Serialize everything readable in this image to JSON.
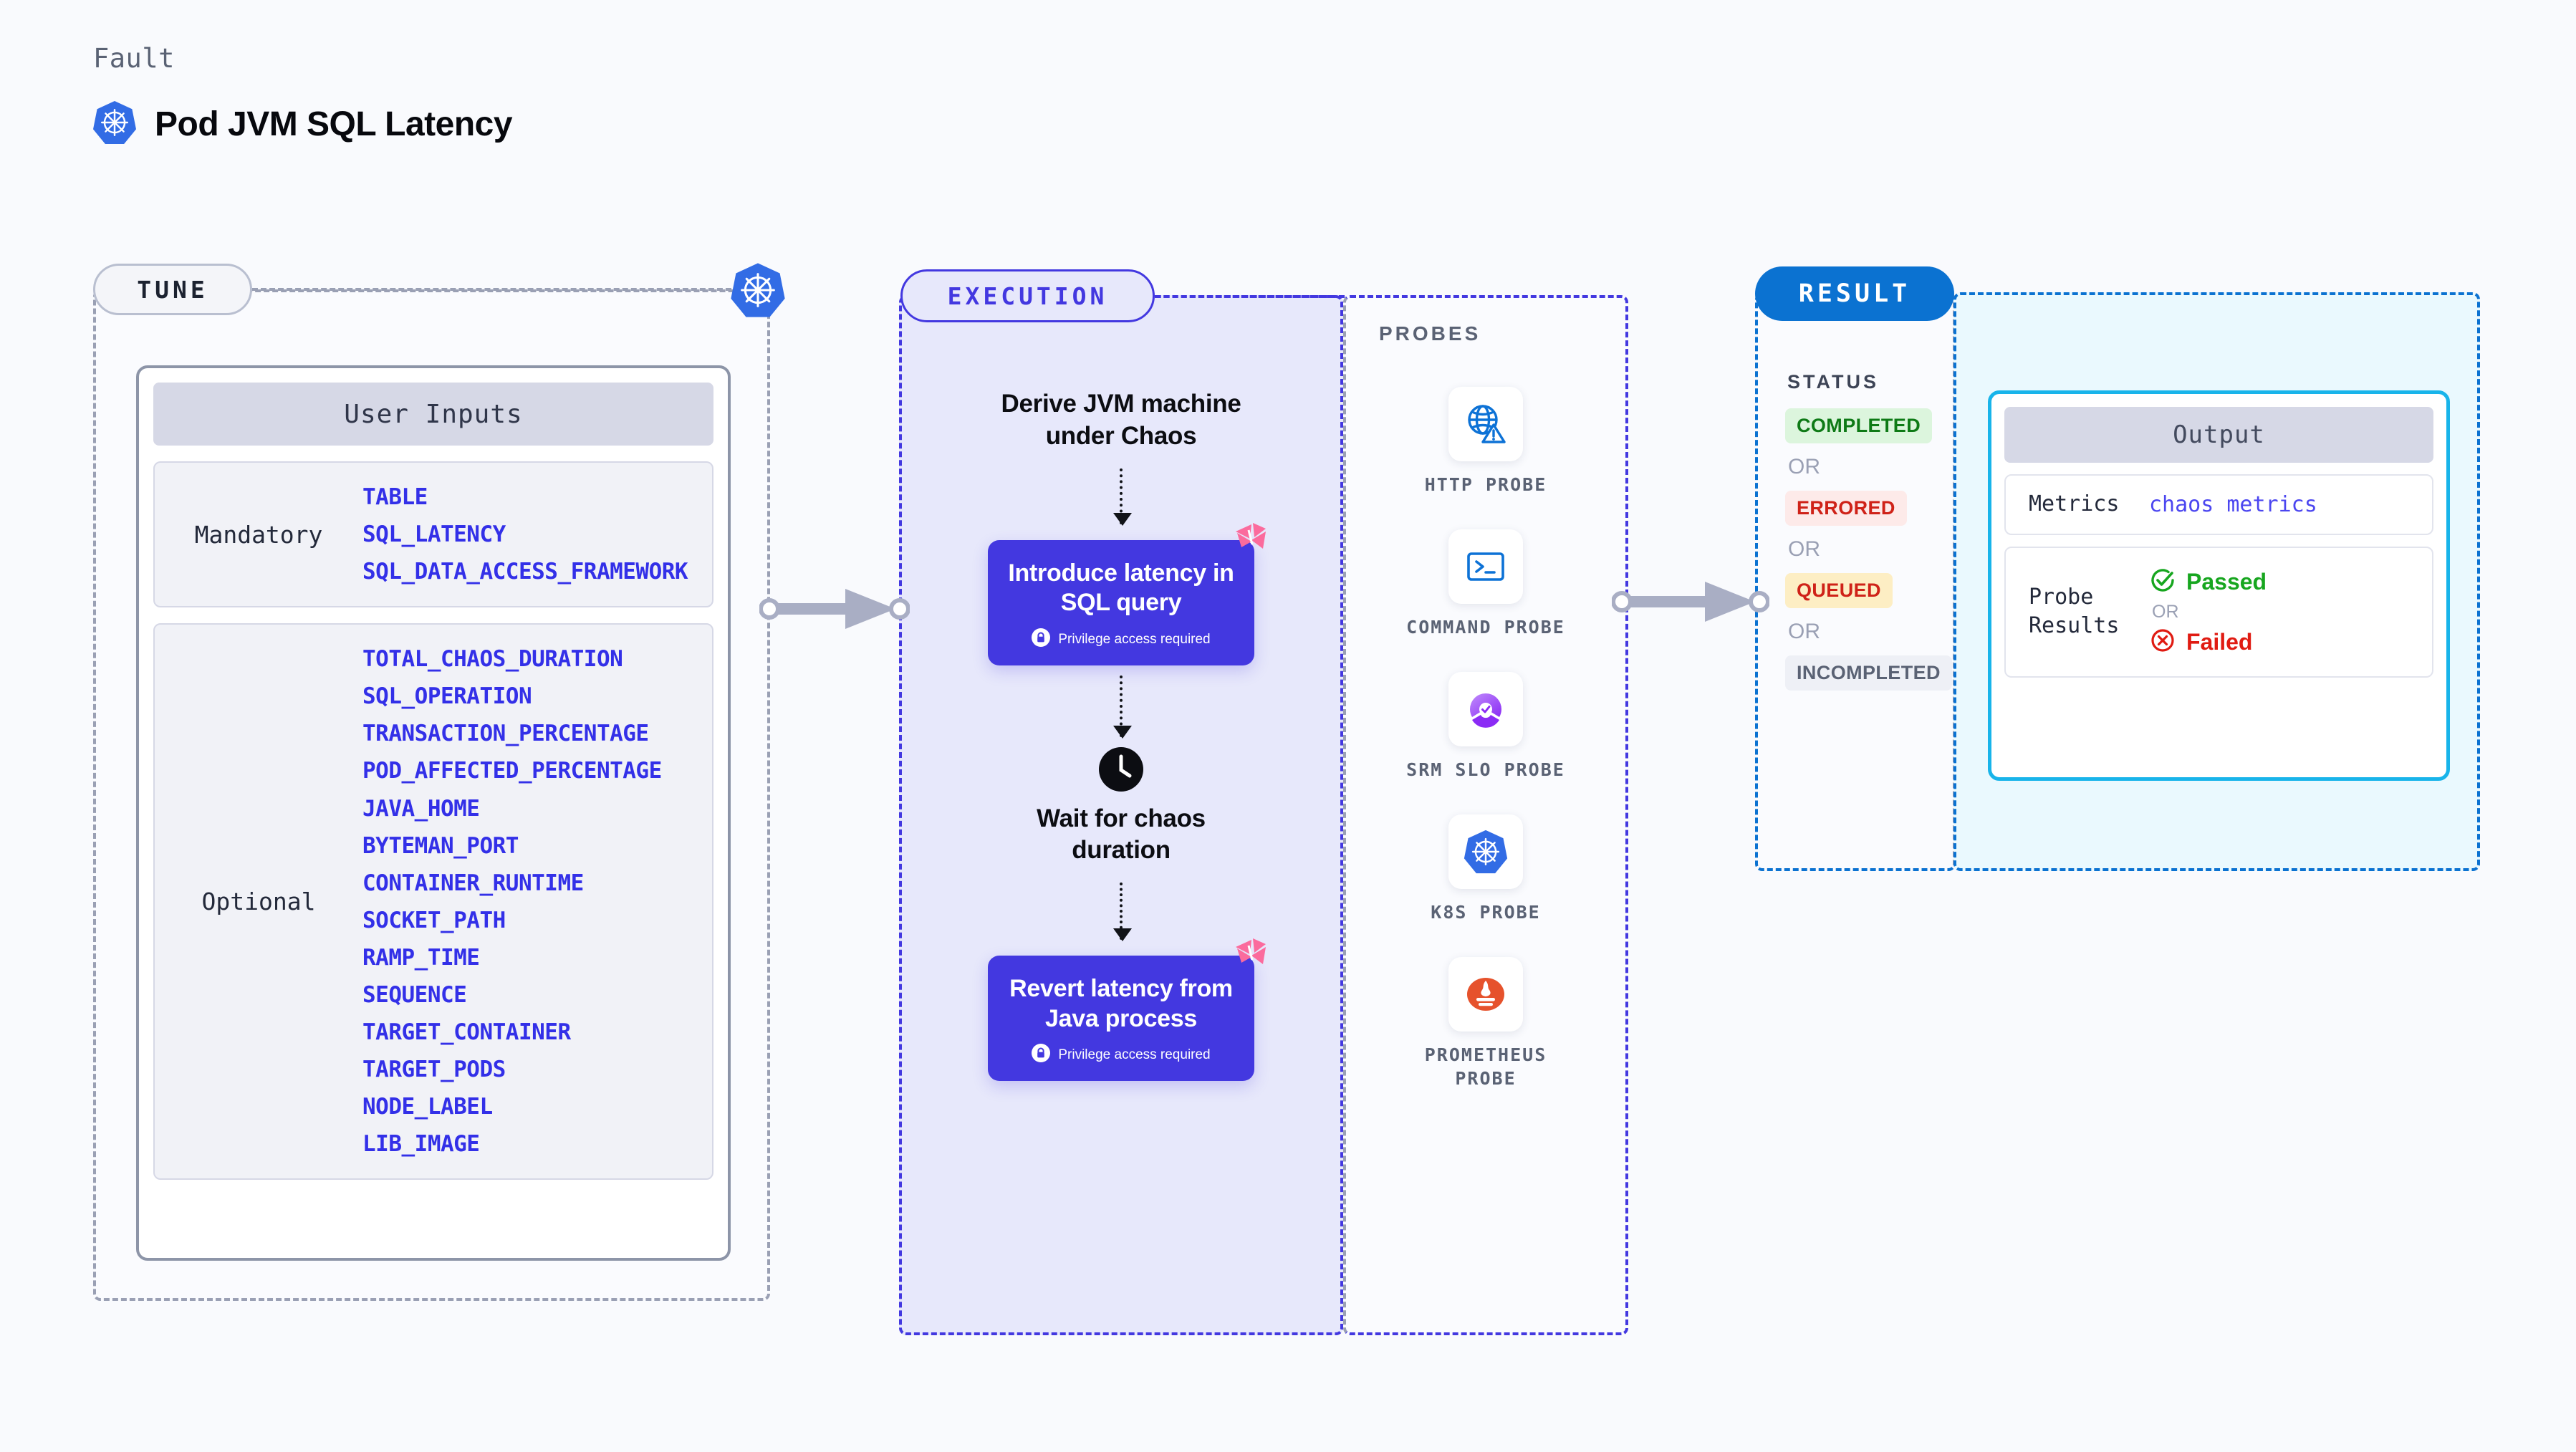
{
  "header": {
    "kicker": "Fault",
    "title": "Pod JVM SQL Latency",
    "icon": "kubernetes-icon"
  },
  "tune": {
    "pill_label": "TUNE",
    "badge_icon": "kubernetes-icon",
    "card": {
      "header": "User Inputs",
      "groups": [
        {
          "label": "Mandatory",
          "params": [
            "TABLE",
            "SQL_LATENCY",
            "SQL_DATA_ACCESS_FRAMEWORK"
          ]
        },
        {
          "label": "Optional",
          "params": [
            "TOTAL_CHAOS_DURATION",
            "SQL_OPERATION",
            "TRANSACTION_PERCENTAGE",
            "POD_AFFECTED_PERCENTAGE",
            "JAVA_HOME",
            "BYTEMAN_PORT",
            "CONTAINER_RUNTIME",
            "SOCKET_PATH",
            "RAMP_TIME",
            "SEQUENCE",
            "TARGET_CONTAINER",
            "TARGET_PODS",
            "NODE_LABEL",
            "LIB_IMAGE"
          ]
        }
      ]
    }
  },
  "execution": {
    "pill_label": "EXECUTION",
    "steps": [
      {
        "type": "text",
        "label": "Derive JVM machine under Chaos"
      },
      {
        "type": "action",
        "label": "Introduce latency in SQL query",
        "note": "Privilege access required",
        "note_icon": "lock-icon",
        "badge_icon": "harness-icon"
      },
      {
        "type": "wait",
        "icon": "clock-icon",
        "label": "Wait for chaos duration"
      },
      {
        "type": "action",
        "label": "Revert latency from Java process",
        "note": "Privilege access required",
        "note_icon": "lock-icon",
        "badge_icon": "harness-icon"
      }
    ]
  },
  "probes": {
    "title": "PROBES",
    "items": [
      {
        "name": "HTTP PROBE",
        "icon": "globe-warning-icon"
      },
      {
        "name": "COMMAND PROBE",
        "icon": "terminal-icon"
      },
      {
        "name": "SRM SLO PROBE",
        "icon": "srm-slo-icon"
      },
      {
        "name": "K8S PROBE",
        "icon": "kubernetes-icon"
      },
      {
        "name": "PROMETHEUS PROBE",
        "icon": "prometheus-icon"
      }
    ]
  },
  "result": {
    "pill_label": "RESULT",
    "status_title": "STATUS",
    "or_label": "OR",
    "statuses": [
      {
        "label": "COMPLETED",
        "bg": "#dcf5dd",
        "fg": "#0e7a16"
      },
      {
        "label": "ERRORED",
        "bg": "#fdeae9",
        "fg": "#cf2218"
      },
      {
        "label": "QUEUED",
        "bg": "#fdeec4",
        "fg": "#cf2218"
      },
      {
        "label": "INCOMPLETED",
        "bg": "#eef0f6",
        "fg": "#5a6274"
      }
    ]
  },
  "output": {
    "header": "Output",
    "rows": [
      {
        "key": "Metrics",
        "value": "chaos metrics",
        "kind": "link"
      },
      {
        "key": "Probe Results",
        "kind": "probe",
        "passed": {
          "label": "Passed",
          "icon": "check-circle-icon",
          "color": "#17a61f"
        },
        "or_label": "OR",
        "failed": {
          "label": "Failed",
          "icon": "x-circle-icon",
          "color": "#e01b12"
        }
      }
    ]
  },
  "colors": {
    "page_bg": "#f9fafd",
    "execution_accent": "#4338e0",
    "result_accent": "#0b72d1",
    "output_accent": "#18b4ea",
    "tune_accent": "#9aa0b4",
    "param_blue": "#3330e8",
    "harness_pink": "#fb6b9d"
  }
}
